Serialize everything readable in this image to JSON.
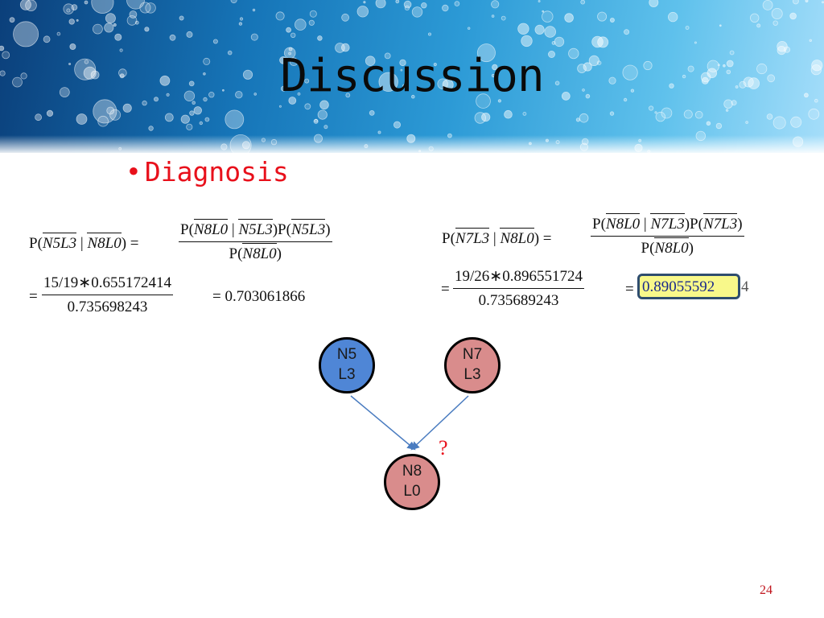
{
  "slide": {
    "title": "Discussion",
    "bullet": "Diagnosis",
    "page_number": "24"
  },
  "colors": {
    "bullet": "#e8101b",
    "node_blue": "#4f86d6",
    "node_red": "#d98c8c",
    "highlight_fill": "#f8f88a",
    "highlight_border": "#2f4d6e",
    "edge": "#4a7cc0",
    "question_mark": "#e8101b"
  },
  "formula_left": {
    "lhs": [
      "P(",
      "N5L3",
      " | ",
      "N8L0",
      ") ="
    ],
    "numerator": [
      "P(",
      "N8L0",
      " | ",
      "N5L3",
      ")P(",
      "N5L3",
      ")"
    ],
    "denominator": [
      "P(",
      "N8L0",
      ")"
    ],
    "calc_numerator": "15/19∗0.655172414",
    "calc_denominator": "0.735698243",
    "result": "= 0.703061866"
  },
  "formula_right": {
    "lhs": [
      "P(",
      "N7L3",
      " | ",
      "N8L0",
      ") ="
    ],
    "numerator": [
      "P(",
      "N8L0",
      " | ",
      "N7L3",
      ")P(",
      "N7L3",
      ")"
    ],
    "denominator": [
      "P(",
      "N8L0",
      ")"
    ],
    "calc_numerator": "19/26∗0.896551724",
    "calc_denominator": "0.735689243",
    "result_highlight": "0.89055592",
    "result_tail": "4"
  },
  "nodes": [
    {
      "id": "n5",
      "line1": "N5",
      "line2": "L3",
      "color": "#4f86d6"
    },
    {
      "id": "n7",
      "line1": "N7",
      "line2": "L3",
      "color": "#d98c8c"
    },
    {
      "id": "n8",
      "line1": "N8",
      "line2": "L0",
      "color": "#d98c8c"
    }
  ],
  "question_mark": "?"
}
